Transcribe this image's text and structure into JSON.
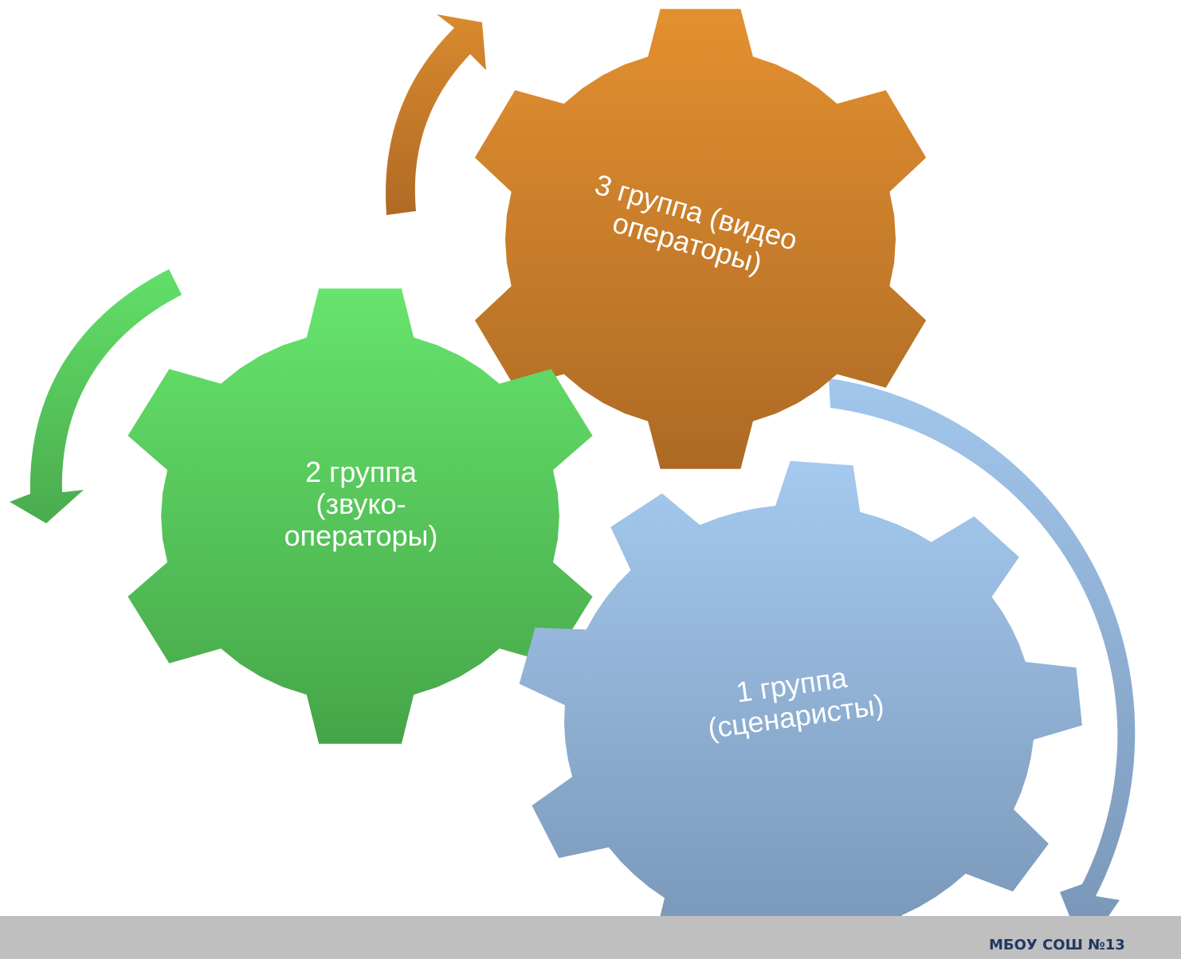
{
  "gears": [
    {
      "id": "gear-3",
      "lines": [
        "3 группа (видео",
        "операторы)"
      ],
      "color_top": "#e3902f",
      "color_bottom": "#b06a25"
    },
    {
      "id": "gear-2",
      "lines": [
        "2 группа",
        "(звуко-",
        "операторы)"
      ],
      "color_top": "#66e36c",
      "color_bottom": "#47a84a"
    },
    {
      "id": "gear-1",
      "lines": [
        "1 группа",
        "(сценаристы)"
      ],
      "color_top": "#a4c8ee",
      "color_bottom": "#7a98b8"
    }
  ],
  "arrows": [
    {
      "id": "arrow-orange",
      "color": "#c7792a"
    },
    {
      "id": "arrow-green",
      "color": "#56c75a"
    },
    {
      "id": "arrow-blue",
      "color": "#93b5de"
    }
  ],
  "footer": {
    "text": "МБОУ СОШ №13"
  }
}
